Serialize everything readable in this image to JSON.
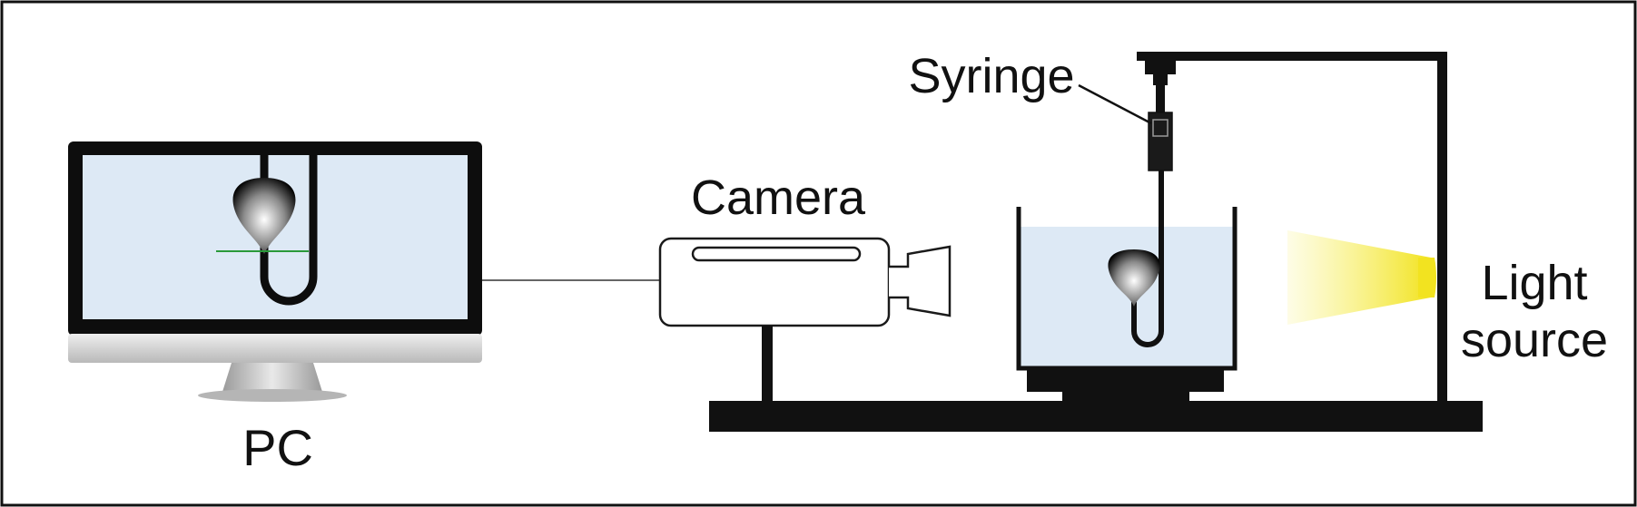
{
  "labels": {
    "pc": "PC",
    "camera": "Camera",
    "syringe": "Syringe",
    "light_source_line1": "Light",
    "light_source_line2": "source"
  },
  "colors": {
    "frame": "#111111",
    "screen_fill": "#dde9f5",
    "water_fill": "#dde9f5",
    "monitor_bezel": "#0d0d0d",
    "monitor_chin": "#d6d6d6",
    "light_beam": "#f2e320",
    "baseline_marker": "#2a9a3a",
    "droplet_highlight": "#ffffff",
    "droplet_shadow": "#000000"
  }
}
